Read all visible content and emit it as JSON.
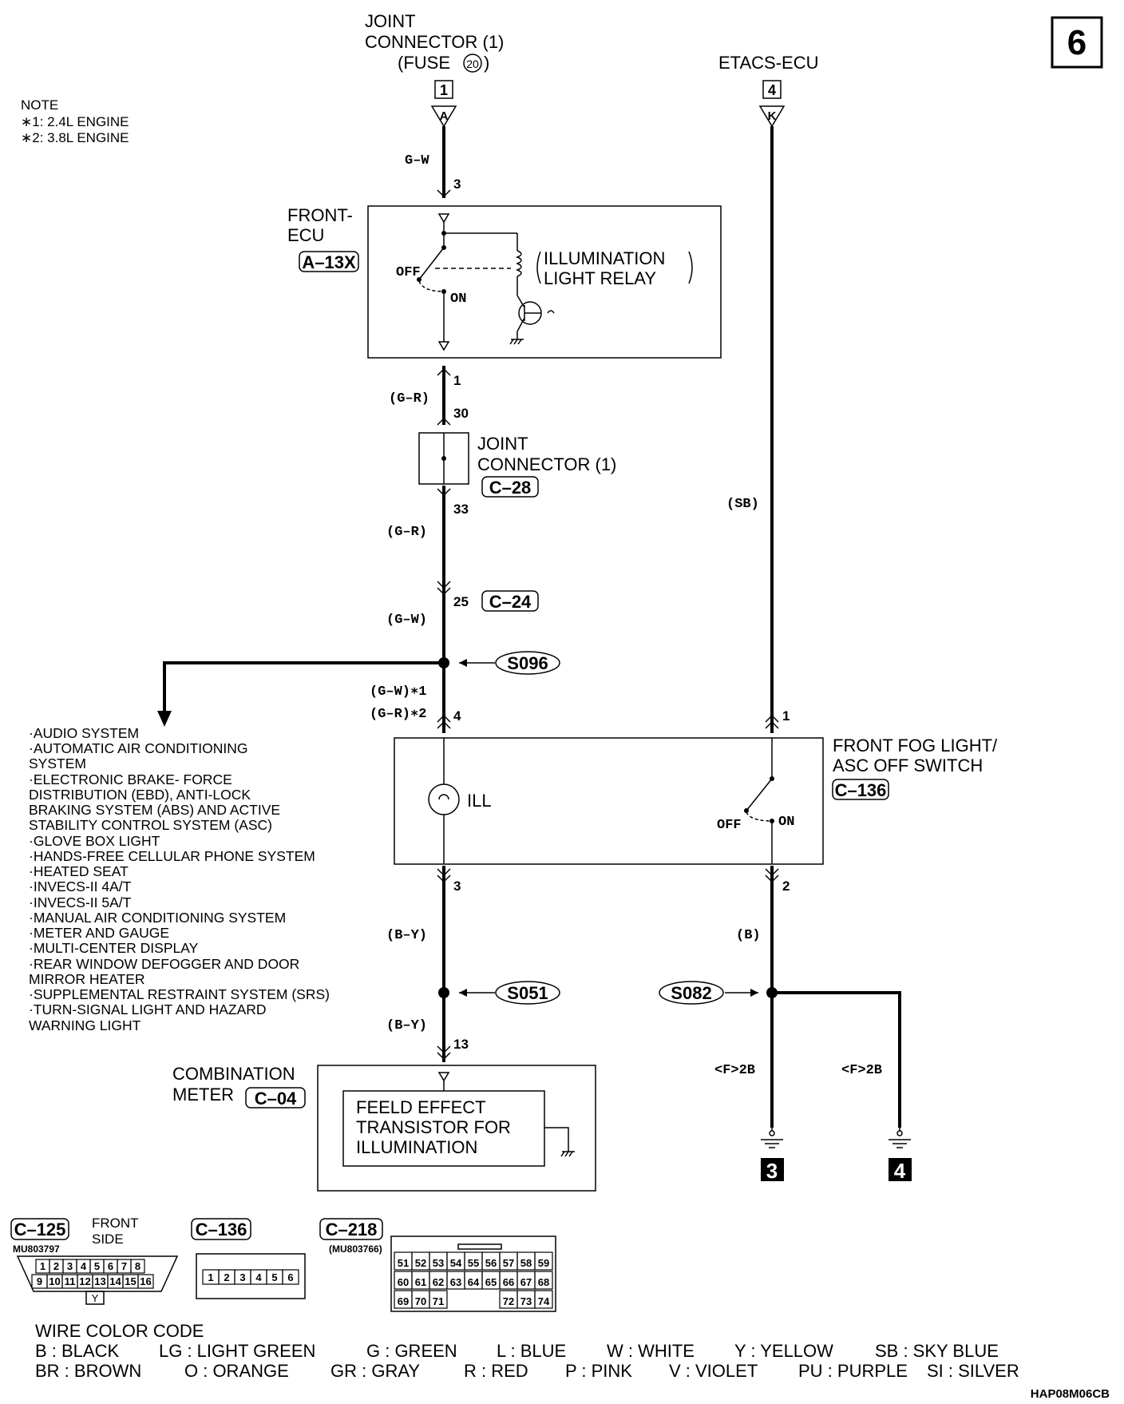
{
  "page": {
    "number": "6",
    "diagram_code": "HAP08M06CB"
  },
  "note": {
    "title": "NOTE",
    "items": [
      "∗1: 2.4L ENGINE",
      "∗2: 3.8L ENGINE"
    ]
  },
  "top_sources": {
    "joint_connector": {
      "label_line1": "JOINT",
      "label_line2": "CONNECTOR (1)",
      "label_line3": "(FUSE",
      "fuse_number": "20",
      "label_line3_end": ")",
      "box_number": "1",
      "arrow_letter": "A"
    },
    "etacs": {
      "label": "ETACS-ECU",
      "box_number": "4",
      "arrow_letter": "K"
    }
  },
  "wires": {
    "gw_top": "G–W",
    "gr_1": "(G–R)",
    "gr_2": "(G–R)",
    "gw_2": "(G–W)",
    "gw_star": "(G–W)∗1",
    "gr_star": "(G–R)∗2",
    "by_1": "(B–Y)",
    "by_2": "(B–Y)",
    "sb": "(SB)",
    "b": "(B)"
  },
  "pins": {
    "p3_top": "3",
    "p1": "1",
    "p30": "30",
    "p33": "33",
    "p25": "25",
    "p4": "4",
    "p1_right": "1",
    "p3_bottom": "3",
    "p2": "2",
    "p13": "13"
  },
  "components": {
    "front_ecu": {
      "label_line1": "FRONT-",
      "label_line2": "ECU",
      "connector": "A–13X",
      "off": "OFF",
      "on": "ON",
      "relay_line1": "ILLUMINATION",
      "relay_line2": "LIGHT RELAY"
    },
    "joint_connector_mid": {
      "label_line1": "JOINT",
      "label_line2": "CONNECTOR (1)",
      "connector": "C–28"
    },
    "c24": "C–24",
    "fog_switch": {
      "label_line1": "FRONT FOG LIGHT/",
      "label_line2": "ASC OFF SWITCH",
      "connector": "C–136",
      "ill": "ILL",
      "off": "OFF",
      "on": "ON"
    },
    "combination_meter": {
      "label_line1": "COMBINATION",
      "label_line2": "METER",
      "connector": "C–04",
      "inner_line1": "FEELD EFFECT",
      "inner_line2": "TRANSISTOR FOR",
      "inner_line3": "ILLUMINATION"
    }
  },
  "splices": {
    "s096": "S096",
    "s051": "S051",
    "s082": "S082"
  },
  "grounds": {
    "left_ref": "<F>2B",
    "right_ref": "<F>2B",
    "left_num": "3",
    "right_num": "4"
  },
  "systems_list": [
    "·AUDIO SYSTEM",
    "·AUTOMATIC AIR CONDITIONING",
    " SYSTEM",
    "·ELECTRONIC BRAKE- FORCE",
    " DISTRIBUTION  (EBD), ANTI-LOCK",
    " BRAKING SYSTEM (ABS) AND ACTIVE",
    " STABILITY CONTROL SYSTEM (ASC)",
    "·GLOVE BOX LIGHT",
    "·HANDS-FREE CELLULAR PHONE SYSTEM",
    "·HEATED SEAT",
    "·INVECS-II 4A/T",
    "·INVECS-II 5A/T",
    "·MANUAL AIR CONDITIONING SYSTEM",
    "·METER AND GAUGE",
    "·MULTI-CENTER DISPLAY",
    "·REAR WINDOW DEFOGGER AND DOOR",
    " MIRROR HEATER",
    "·SUPPLEMENTAL RESTRAINT SYSTEM (SRS)",
    "·TURN-SIGNAL LIGHT AND HAZARD",
    " WARNING LIGHT"
  ],
  "connector_views": {
    "c125": {
      "label": "C–125",
      "part": "MU803797",
      "note_line1": "FRONT",
      "note_line2": "SIDE",
      "row1": [
        "1",
        "2",
        "3",
        "4",
        "5",
        "6",
        "7",
        "8"
      ],
      "row2": [
        "9",
        "10",
        "11",
        "12",
        "13",
        "14",
        "15",
        "16"
      ],
      "key": "Y"
    },
    "c136": {
      "label": "C–136",
      "pins": [
        "1",
        "2",
        "3",
        "4",
        "5",
        "6"
      ]
    },
    "c218": {
      "label": "C–218",
      "part": "(MU803766)",
      "row1": [
        "51",
        "52",
        "53",
        "54",
        "55",
        "56",
        "57",
        "58",
        "59"
      ],
      "row2": [
        "60",
        "61",
        "62",
        "63",
        "64",
        "65",
        "66",
        "67",
        "68"
      ],
      "row3": [
        "69",
        "70",
        "71",
        "",
        "",
        "",
        "72",
        "73",
        "74"
      ]
    }
  },
  "wire_color_code": {
    "title": "WIRE COLOR CODE",
    "row1": [
      "B : BLACK",
      "LG : LIGHT GREEN",
      "G : GREEN",
      "L : BLUE",
      "W : WHITE",
      "Y : YELLOW",
      "SB : SKY BLUE"
    ],
    "row2": [
      "BR : BROWN",
      "O : ORANGE",
      "GR : GRAY",
      "R : RED",
      "P : PINK",
      "V : VIOLET",
      "PU : PURPLE",
      "SI : SILVER"
    ]
  }
}
